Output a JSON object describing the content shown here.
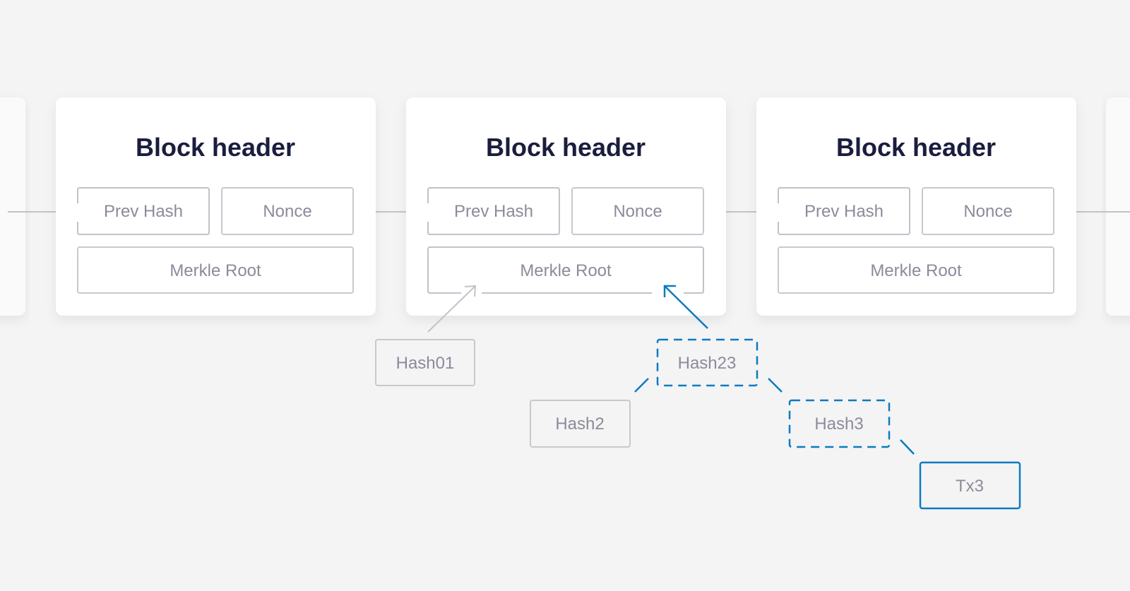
{
  "blocks": [
    {
      "title": "Block header",
      "prev_hash": "Prev Hash",
      "nonce": "Nonce",
      "merkle_root": "Merkle Root"
    },
    {
      "title": "Block header",
      "prev_hash": "Prev Hash",
      "nonce": "Nonce",
      "merkle_root": "Merkle Root"
    },
    {
      "title": "Block header",
      "prev_hash": "Prev Hash",
      "nonce": "Nonce",
      "merkle_root": "Merkle Root"
    }
  ],
  "tree": {
    "hash01": "Hash01",
    "hash23": "Hash23",
    "hash2": "Hash2",
    "hash3": "Hash3",
    "tx3": "Tx3"
  },
  "colors": {
    "background": "#f4f4f4",
    "highlight": "#0a7bc1",
    "border": "#c8c8d0",
    "title": "#1b1d3f",
    "label": "#8b8b9b"
  }
}
